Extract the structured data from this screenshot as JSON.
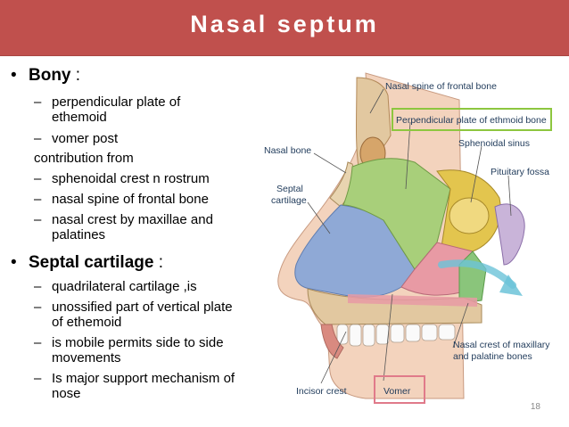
{
  "slide": {
    "title": "Nasal septum",
    "page_number": "18",
    "bony": {
      "bullet": "•",
      "heading": "Bony",
      "suffix": " :",
      "items": [
        {
          "line1": "perpendicular plate of",
          "line2": "ethemoid"
        },
        {
          "line1": "vomer post",
          "line2": ""
        }
      ],
      "contribution_text": "contribution from",
      "items2": [
        {
          "line1": "sphenoidal crest n rostrum",
          "line2": ""
        },
        {
          "line1": "nasal spine of frontal bone",
          "line2": ""
        },
        {
          "line1": "nasal crest by maxillae and",
          "line2": "palatines"
        }
      ]
    },
    "septal": {
      "bullet": "•",
      "heading": "Septal cartilage",
      "suffix": " :",
      "items": [
        {
          "line1": "quadrilateral cartilage ,is",
          "line2": ""
        },
        {
          "line1": "unossified part of vertical plate",
          "line2": "of ethemoid"
        },
        {
          "line1": "is mobile permits side to side",
          "line2": "movements"
        },
        {
          "line1": "Is major support mechanism of",
          "line2": "nose"
        }
      ]
    },
    "dash": "–"
  },
  "diagram": {
    "labels": {
      "nasal_spine": "Nasal spine of frontal bone",
      "perpendicular_plate": "Perpendicular plate of ethmoid bone",
      "nasal_bone": "Nasal bone",
      "sphenoidal_sinus": "Sphenoidal sinus",
      "septal": "Septal",
      "cartilage": "cartilage",
      "pituitary": "Pituitary fossa",
      "nasal_crest_1": "Nasal crest of maxillary",
      "nasal_crest_2": "and palatine bones",
      "incisor_crest": "Incisor crest",
      "vomer": "Vomer"
    },
    "colors": {
      "title_bar": "#c0504d",
      "highlight_green": "#8dc63f",
      "highlight_pink": "#e07a8a",
      "label_text": "#1f3a5a",
      "cartilage_blue": "#8fa9d6",
      "ethmoid_green": "#a8cf7a",
      "vomer_pink": "#e89aa4",
      "palatine_green": "#8ac57b",
      "sphenoid_yellow": "#e3c54e",
      "skin": "#f3d3bd",
      "bone_tan": "#e2c8a0"
    }
  }
}
